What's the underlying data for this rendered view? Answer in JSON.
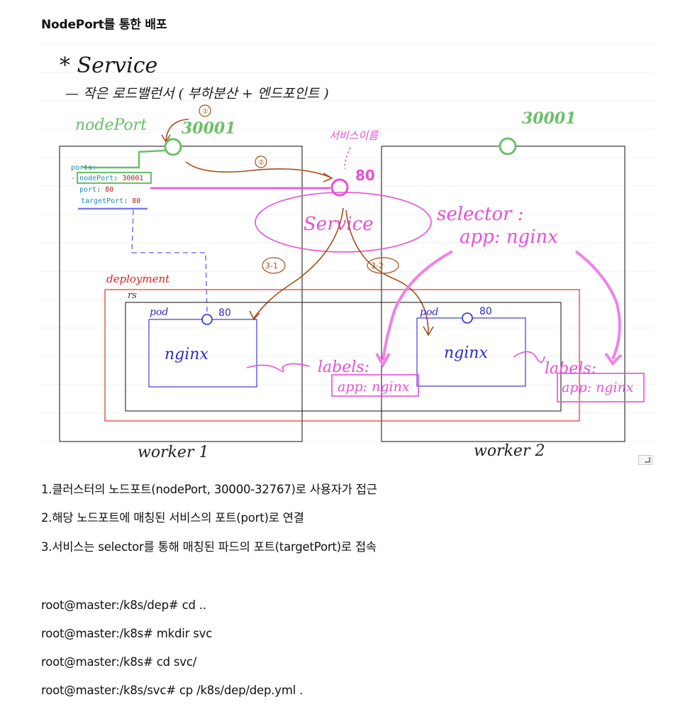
{
  "title": "NodePort를 통한 배포",
  "diagram": {
    "heading": "* Service",
    "subheading": "— 작은 로드밸런서 ( 부하분산 + 엔드포인트 )",
    "nodeport_label": "nodePort",
    "nodeport_value_left": "30001",
    "nodeport_value_right": "30001",
    "step_1": "①",
    "step_2": "②",
    "step_3_1": "3-1",
    "step_3_2": "3-2",
    "service_name_label": "서비스이름",
    "service_port": "80",
    "service_label": "Service",
    "selector_line1": "selector :",
    "selector_line2": "app: nginx",
    "yaml": {
      "line1": "ports:",
      "line2_prefix": "- ",
      "line2_key": "nodePort",
      "line2_value": "30001",
      "line3_key": "port",
      "line3_value": "80",
      "line4_key": "targetPort",
      "line4_value": "80"
    },
    "deployment_label": "deployment",
    "rs_label": "rs",
    "pod_label_left": "pod",
    "pod_label_right": "pod",
    "pod_port_left": "80",
    "pod_port_right": "80",
    "nginx_left": "nginx",
    "nginx_right": "nginx",
    "labels_left": "labels:",
    "labels_left_value": "app: nginx",
    "labels_right": "labels:",
    "labels_right_value": "app: nginx",
    "worker1": "worker 1",
    "worker2": "worker 2",
    "colors": {
      "green": "#6abf6a",
      "magenta": "#e84fd6",
      "brown": "#a4501c",
      "blue": "#2a2ad0",
      "red": "#e02020",
      "box": "#222222",
      "yaml_key": "#1c8ab0",
      "yaml_value": "#b0231c"
    }
  },
  "steps": [
    "1.클러스터의 노드포트(nodePort, 30000-32767)로 사용자가 접근",
    "2.해당 노드포트에 매칭된 서비스의 포트(port)로 연결",
    "3.서비스는 selector를 통해 매칭된 파드의 포트(targetPort)로 접속"
  ],
  "commands": [
    "root@master:/k8s/dep# cd ..",
    "root@master:/k8s# mkdir svc",
    "root@master:/k8s# cd svc/",
    "root@master:/k8s/svc# cp /k8s/dep/dep.yml ."
  ]
}
